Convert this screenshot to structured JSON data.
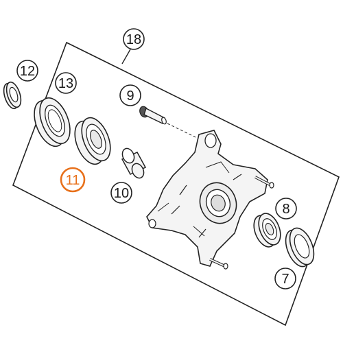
{
  "labels": {
    "assembly": "18",
    "seal_left_small": "12",
    "seal_left_large": "13",
    "bolt": "9",
    "bearing_left": "11",
    "spacer": "10",
    "bearing_right": "8",
    "seal_right": "7"
  },
  "highlight_color": "#e8701a"
}
